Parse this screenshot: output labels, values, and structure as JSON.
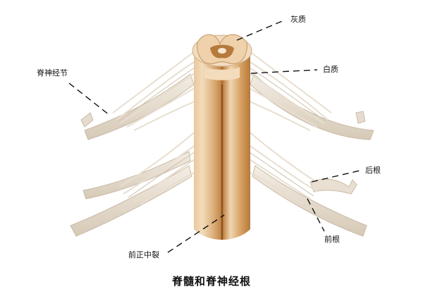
{
  "figure": {
    "caption": "脊髓和脊神经根",
    "labels": {
      "gray_matter": "灰质",
      "white_matter": "白质",
      "spinal_ganglion": "脊神经节",
      "posterior_root": "后根",
      "anterior_root": "前根",
      "anterior_median_fissure": "前正中裂"
    },
    "colors": {
      "nerve": "#ece4d8",
      "nerve_shadow": "#cfc2b0",
      "cord_light": "#efd2ab",
      "cord_mid": "#dcae78",
      "cord_dark": "#b57a3c",
      "leader_line": "#111111"
    }
  }
}
